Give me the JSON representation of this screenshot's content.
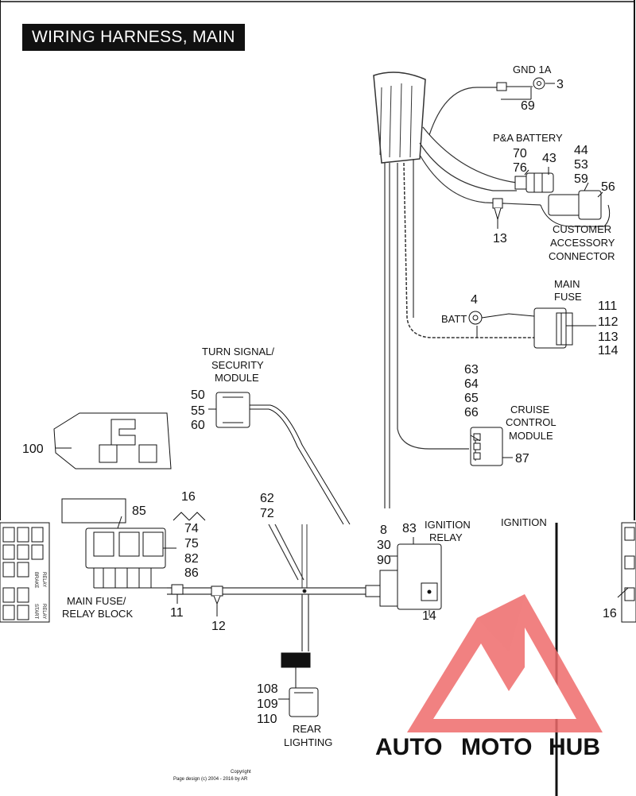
{
  "title": "WIRING HARNESS, MAIN",
  "labels": {
    "gnd": "GND 1A",
    "pa_battery": "P&A BATTERY",
    "customer": "CUSTOMER",
    "accessory": "ACCESSORY",
    "connector": "CONNECTOR",
    "main": "MAIN",
    "fuse": "FUSE",
    "batt": "BATT",
    "turn_signal": "TURN SIGNAL/",
    "security": "SECURITY",
    "module": "MODULE",
    "cruise": "CRUISE",
    "control": "CONTROL",
    "cruise_module": "MODULE",
    "ignition_relay": "IGNITION",
    "relay": "RELAY",
    "ignition_partial": "IGNITION",
    "main_fuse_relay1": "MAIN FUSE/",
    "main_fuse_relay2": "RELAY BLOCK",
    "rear": "REAR",
    "lighting": "LIGHTING"
  },
  "callouts": {
    "n3": "3",
    "n69": "69",
    "n70": "70",
    "n76": "76",
    "n43": "43",
    "n44": "44",
    "n53": "53",
    "n59": "59",
    "n56": "56",
    "n13": "13",
    "n4": "4",
    "n111": "111",
    "n112": "112",
    "n113": "113",
    "n114": "114",
    "n50": "50",
    "n55": "55",
    "n60": "60",
    "n63": "63",
    "n64": "64",
    "n65": "65",
    "n66": "66",
    "n87": "87",
    "n100": "100",
    "n16a": "16",
    "n74": "74",
    "n75": "75",
    "n82": "82",
    "n86": "86",
    "n85": "85",
    "n62": "62",
    "n72": "72",
    "n8": "8",
    "n30": "30",
    "n90": "90",
    "n83": "83",
    "n11": "11",
    "n12": "12",
    "n14": "14",
    "n16b": "16",
    "n108": "108",
    "n109": "109",
    "n110": "110"
  },
  "relay_text": {
    "brake": "BRAKE",
    "relay": "RELAY",
    "start": "START"
  },
  "watermark": {
    "auto": "AUTO",
    "moto": "MOTO",
    "hub": "HUB",
    "colors": {
      "auto": "#f0c040",
      "moto": "#f08080",
      "hub": "#8c8c8c",
      "triangle": "#ef6b6b"
    }
  },
  "footer": {
    "copyright": "Copyright",
    "design": "Page design (c) 2004 - 2016 by AR"
  }
}
